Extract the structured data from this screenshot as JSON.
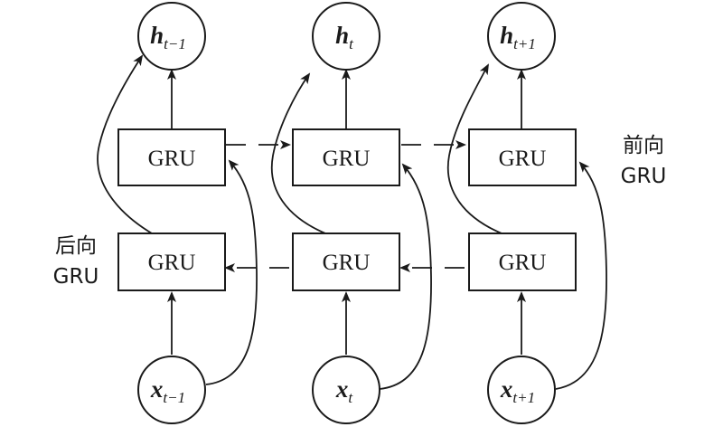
{
  "gru_label": "GRU",
  "forward_label": {
    "line1": "前向",
    "line2": "GRU"
  },
  "backward_label": {
    "line1": "后向",
    "line2": "GRU"
  },
  "timesteps": [
    {
      "h": {
        "base": "h",
        "sub": "t−1"
      },
      "x": {
        "base": "x",
        "sub": "t−1"
      }
    },
    {
      "h": {
        "base": "h",
        "sub": "t"
      },
      "x": {
        "base": "x",
        "sub": "t"
      }
    },
    {
      "h": {
        "base": "h",
        "sub": "t+1"
      },
      "x": {
        "base": "x",
        "sub": "t+1"
      }
    }
  ]
}
